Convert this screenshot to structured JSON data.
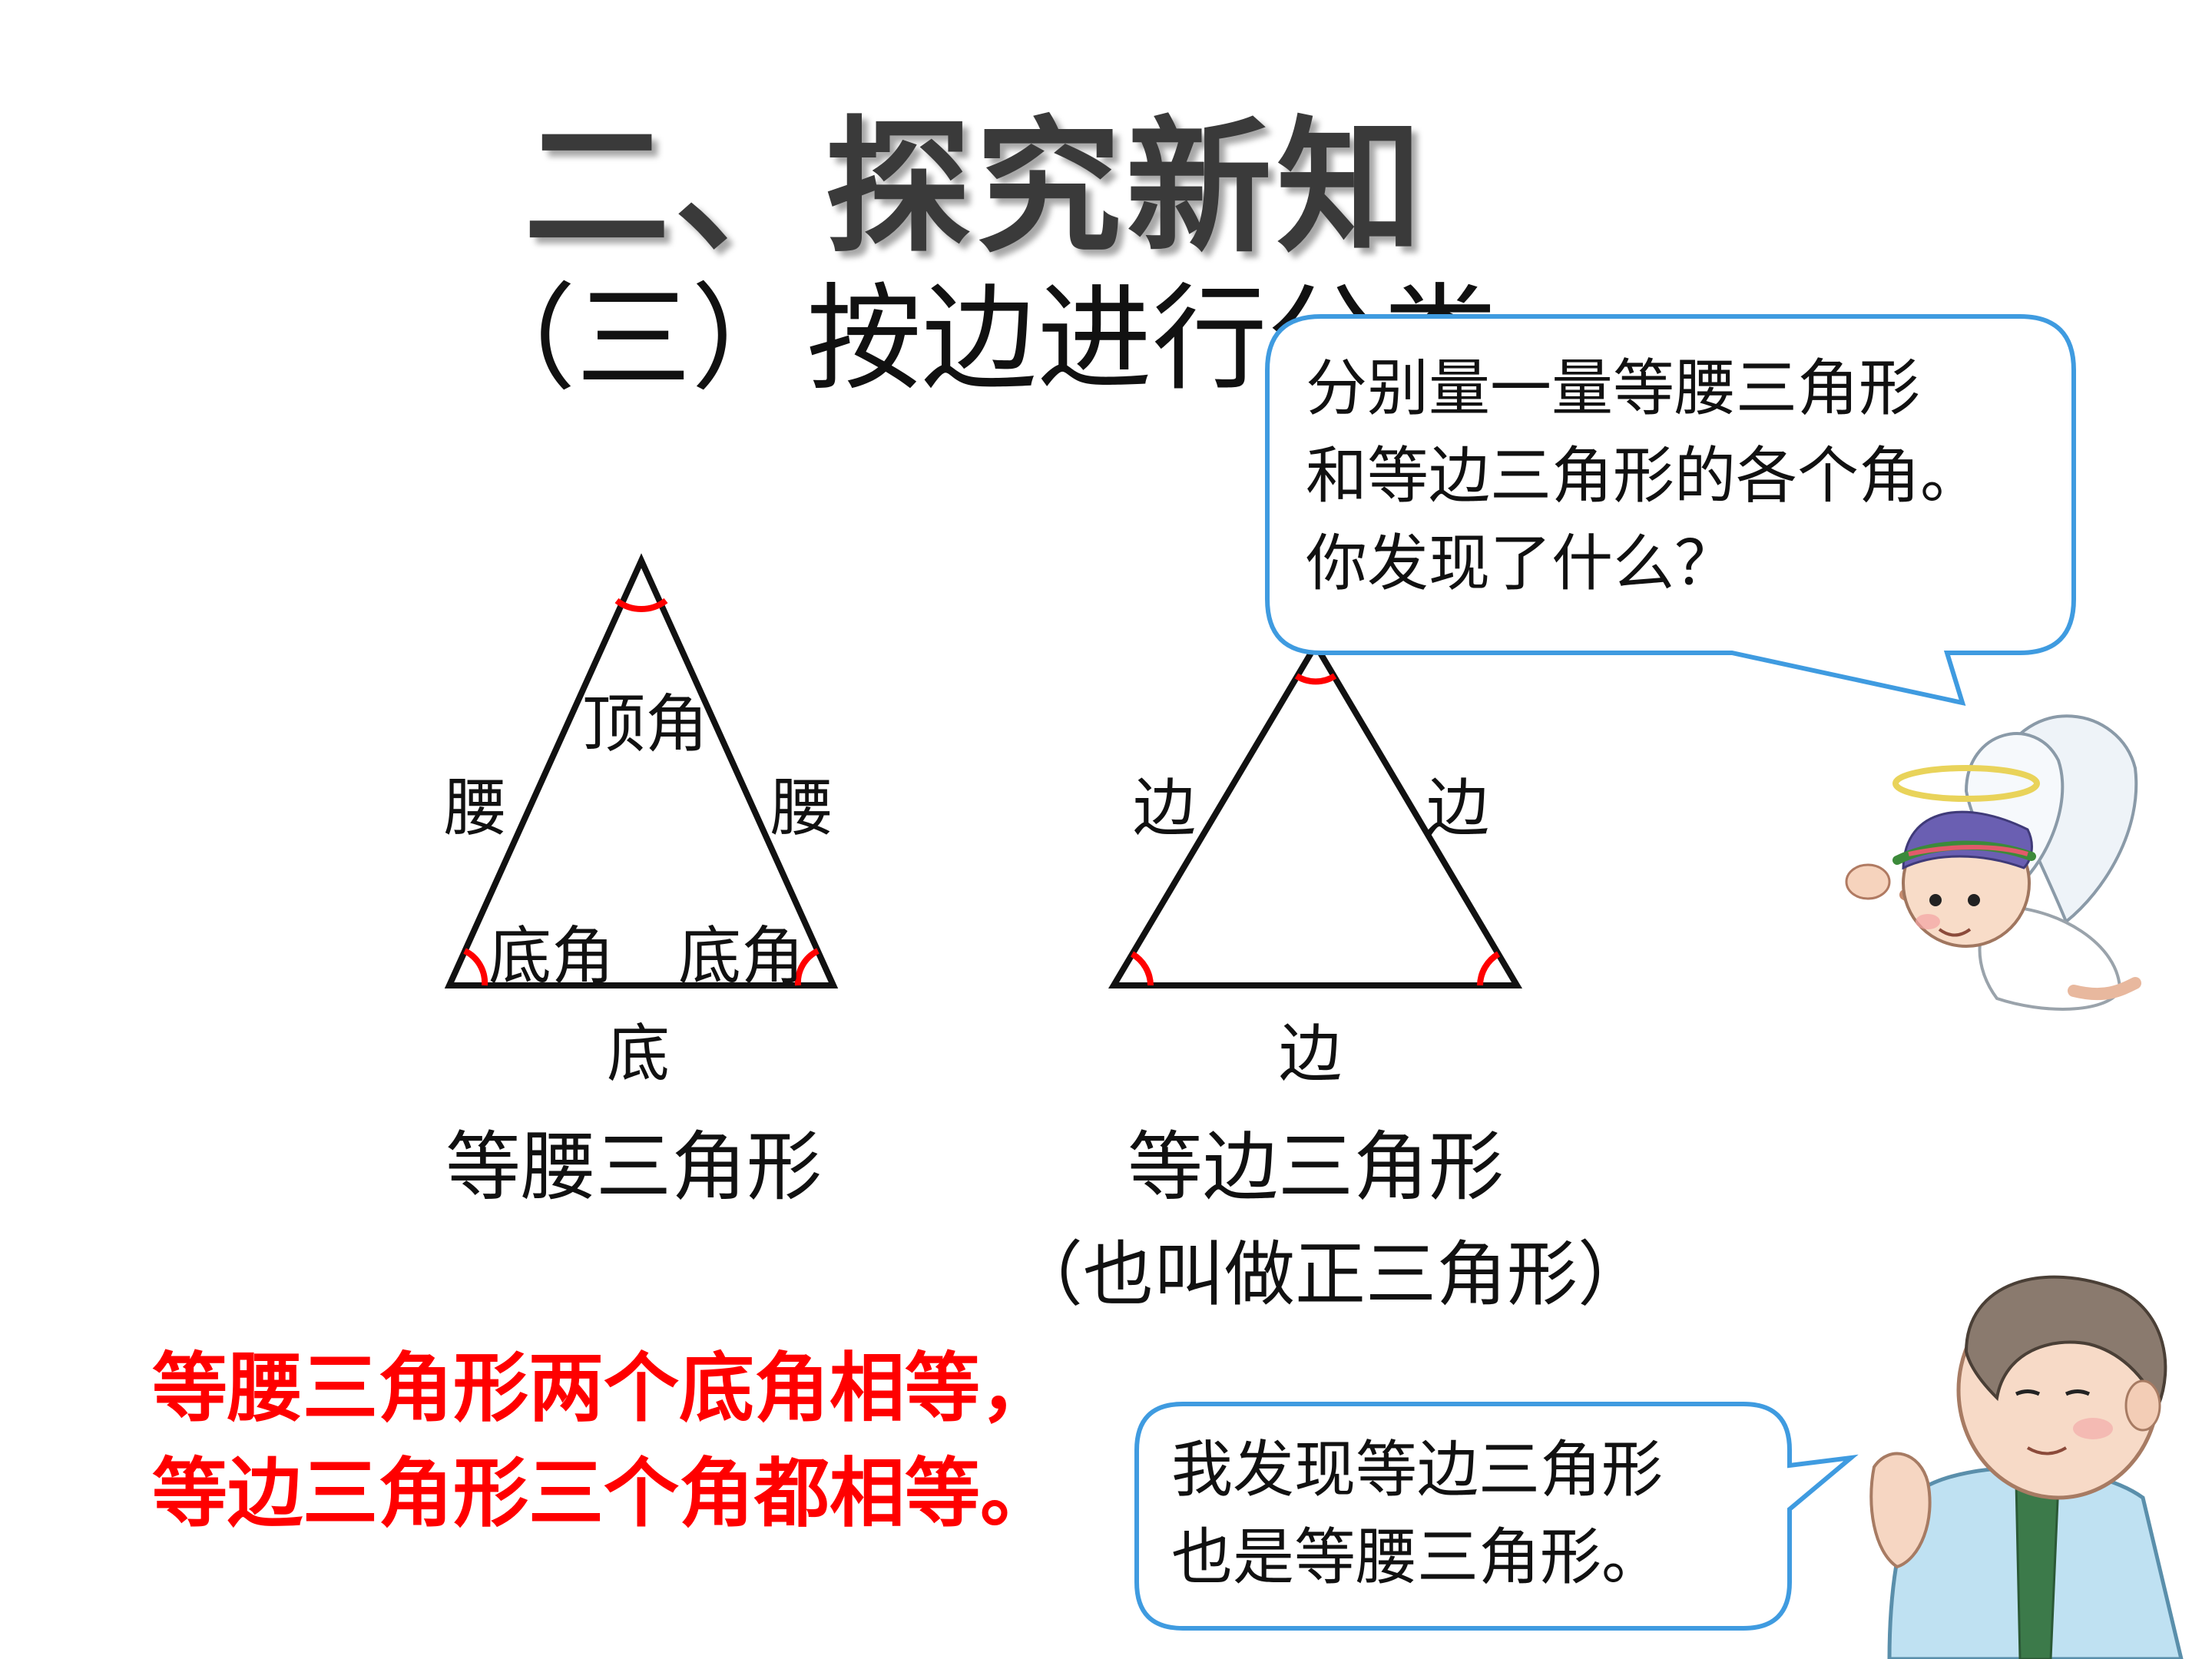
{
  "title": "二、探究新知",
  "subtitle": "（三）按边进行分类",
  "isosceles": {
    "apex_angle": "顶角",
    "leg_left": "腰",
    "leg_right": "腰",
    "base_angle_left": "底角",
    "base_angle_right": "底角",
    "base": "底",
    "name": "等腰三角形"
  },
  "equilateral": {
    "side_left": "边",
    "side_right": "边",
    "side_bottom": "边",
    "name": "等边三角形",
    "note": "（也叫做正三角形）"
  },
  "conclusion": {
    "line1": "等腰三角形两个底角相等，",
    "line2": "等边三角形三个角都相等。"
  },
  "bubble_top": {
    "line1": "分别量一量等腰三角形",
    "line2": "和等边三角形的各个角。",
    "line3": "你发现了什么？"
  },
  "bubble_bottom": {
    "line1": "我发现等边三角形",
    "line2": "也是等腰三角形。"
  },
  "colors": {
    "angle_mark": "#ff0000",
    "conclusion_text": "#ff0000",
    "bubble_border": "#3f9be0"
  },
  "icons": {
    "angel": "angel-cherub-illustration",
    "boy": "boy-student-illustration"
  }
}
